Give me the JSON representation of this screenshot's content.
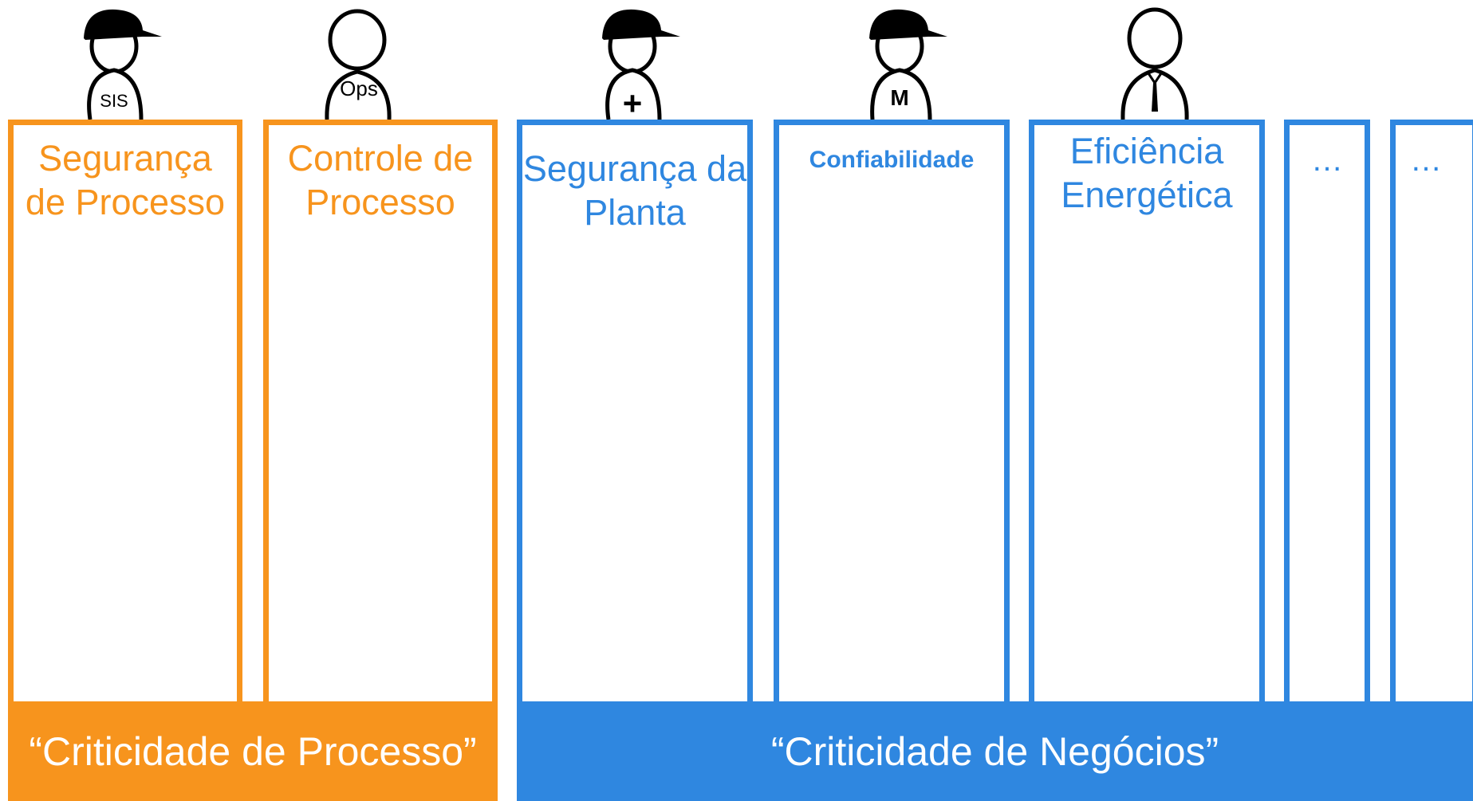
{
  "colors": {
    "process": "#F7941D",
    "business": "#2F87E0"
  },
  "figures": [
    {
      "icon": "person-hardhat-icon",
      "shirt_text": "SIS"
    },
    {
      "icon": "person-icon",
      "shirt_text": "Ops"
    },
    {
      "icon": "person-hardhat-icon",
      "shirt_text": "+"
    },
    {
      "icon": "person-hardhat-icon",
      "shirt_text": "M"
    },
    {
      "icon": "person-tie-icon",
      "shirt_text": ""
    }
  ],
  "columns": [
    {
      "label": "Segurança de Processo",
      "group": "process"
    },
    {
      "label": "Controle de Processo",
      "group": "process"
    },
    {
      "label": "Segurança da Planta",
      "group": "business"
    },
    {
      "label": "Confiabilidade",
      "group": "business"
    },
    {
      "label": "Eficiência Energética",
      "group": "business"
    },
    {
      "label": "…",
      "group": "business"
    },
    {
      "label": "…",
      "group": "business"
    }
  ],
  "bands": {
    "process": "“Criticidade de Processo”",
    "business": "“Criticidade de Negócios”"
  }
}
